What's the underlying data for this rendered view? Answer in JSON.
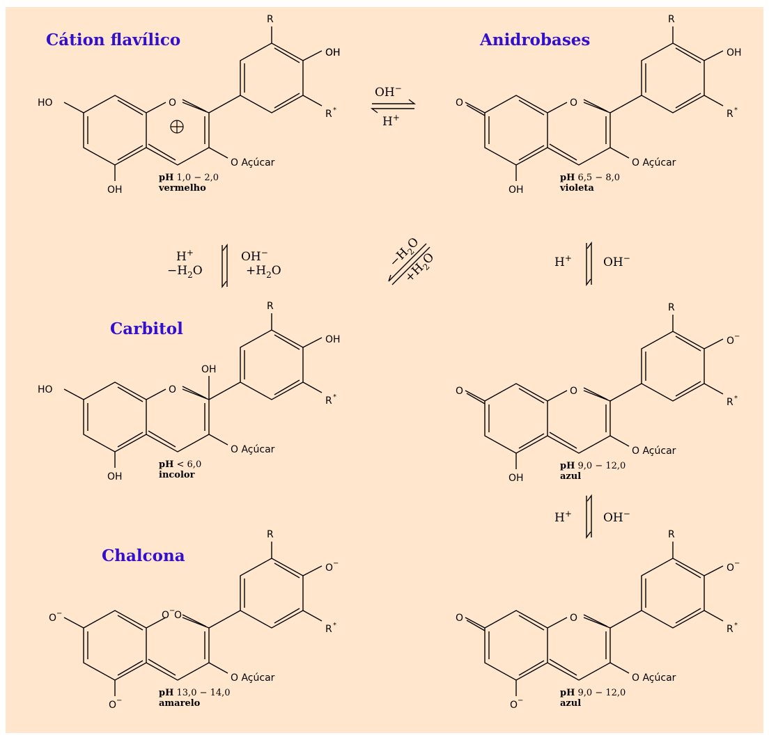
{
  "title": "",
  "colors": {
    "panel_bg": "#ffe6cc",
    "title_color": "#3311cc"
  },
  "labels": {
    "R": "R",
    "R_star": "R",
    "star": "*",
    "OH": "OH",
    "HO": "HO",
    "O": "O",
    "O_minus_base": "O",
    "minus": "−",
    "sugar": "O Açúcar",
    "ph_prefix": "pH"
  },
  "species": [
    {
      "name": "Cátion flavílico",
      "ph_range": "1,0 − 2,0",
      "color_name": "vermelho"
    },
    {
      "name": "Anidrobases",
      "ph_range": "6,5 − 8,0",
      "color_name": "violeta"
    },
    {
      "name": "Carbitol",
      "ph_range": "< 6,0",
      "color_name": "incolor"
    },
    {
      "name": "",
      "ph_range": "9,0 − 12,0",
      "color_name": "azul"
    },
    {
      "name": "Chalcona",
      "ph_range": "13,0 − 14,0",
      "color_name": "amarelo"
    },
    {
      "name": "",
      "ph_range": "9,0 − 12,0",
      "color_name": "azul"
    }
  ],
  "reactions": {
    "oh_minus": "OH",
    "h_plus": "H",
    "plus_sign": "+",
    "minus_sign": "−",
    "h2o_minus_prefix": "−H",
    "h2o_plus_prefix": "+H",
    "two": "2",
    "o_suffix": "O"
  }
}
